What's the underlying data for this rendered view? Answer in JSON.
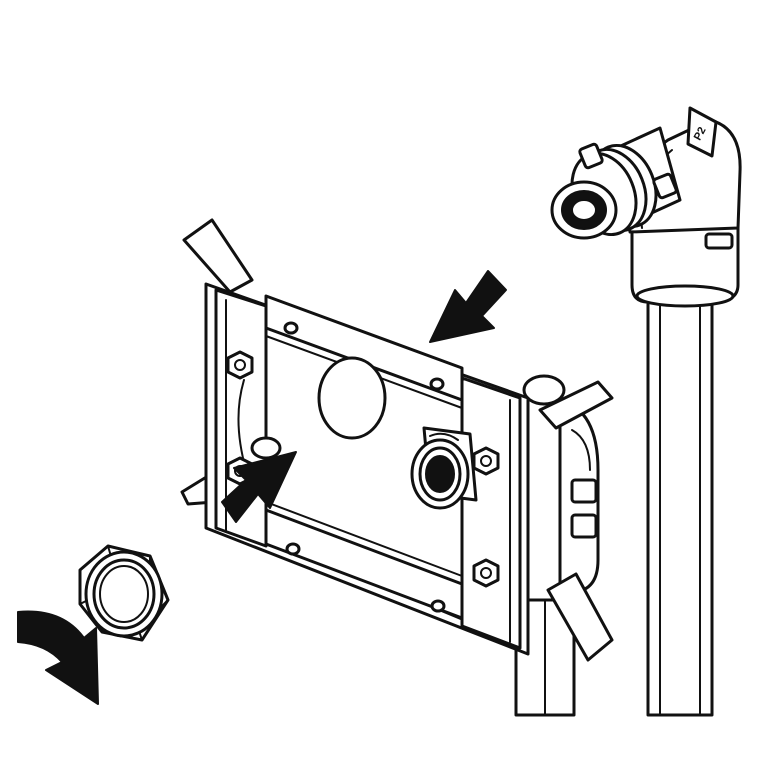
{
  "diagram": {
    "pipe_marking": "P2",
    "colors": {
      "line": "#111111",
      "fill": "#ffffff",
      "arrow": "#111111"
    },
    "parts": [
      {
        "id": "mounting-bracket",
        "icon": "bracket-plate-icon"
      },
      {
        "id": "elbow-fitting",
        "icon": "elbow-fitting-icon"
      },
      {
        "id": "lock-nut",
        "icon": "hex-nut-icon"
      },
      {
        "id": "pipe",
        "icon": "pipe-icon"
      }
    ],
    "arrows": [
      {
        "id": "push-arrow-upper",
        "meaning": "push-direction"
      },
      {
        "id": "push-arrow-lower",
        "meaning": "push-direction"
      },
      {
        "id": "rotate-arrow",
        "meaning": "rotate-clockwise"
      }
    ]
  }
}
